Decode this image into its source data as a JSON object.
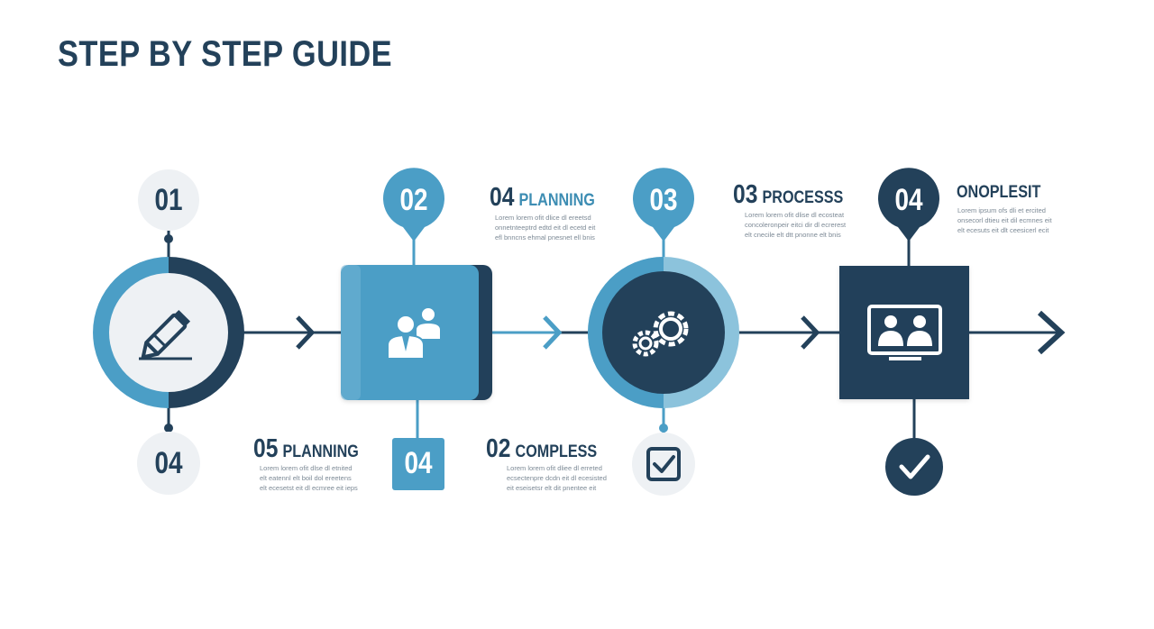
{
  "title": "STEP BY STEP GUIDE",
  "colors": {
    "navy": "#23415a",
    "blue": "#4b9ec6",
    "light_blue": "#8cc3dc",
    "pale": "#eef2f5"
  },
  "steps": [
    {
      "badge": "01",
      "icon": "pencil-icon"
    },
    {
      "badge": "02",
      "icon": "people-icon"
    },
    {
      "badge": "03",
      "icon": "gears-icon"
    },
    {
      "badge": "04",
      "icon": "video-call-icon"
    }
  ],
  "bottom_badges": [
    {
      "badge": "04"
    },
    {
      "badge": "04"
    },
    {
      "icon": "checkbox-icon"
    },
    {
      "icon": "checkmark-icon"
    }
  ],
  "labels": {
    "top_1": {
      "num": "04",
      "word": "PLANNING",
      "lines": [
        "Lorem lorem ofit dlice dl ereetsd",
        "onnetnteeptrd edtd eit dl ecetd eit",
        "efl bnncns ehmal pnesnet ell bnis"
      ]
    },
    "top_2": {
      "num": "03",
      "word": "PROCESSS",
      "lines": [
        "Lorem lorem ofit dlise dl ecosteat",
        "concoleronpeir eitci dir dl ecrerest",
        "elt cnecile elt dtt pnonne elt bnis"
      ]
    },
    "top_3": {
      "num": "",
      "word": "ONOPLESIT",
      "lines": [
        "Lorem ipsum ofs dli et ercited",
        "onsecorl dtieu eit dil ecmnes eit",
        "elt ecesuts eit dlt ceesicerl ecit"
      ]
    },
    "bottom_1": {
      "num": "05",
      "word": "PLANNING",
      "lines": [
        "Lorem lorem ofit dlse dl etnited",
        "elt eatennl elt boil dol ereetens",
        "elt ecesetst eit dl ecmree eit ieps"
      ]
    },
    "bottom_2": {
      "num": "02",
      "word": "COMPLESS",
      "lines": [
        "Lorem lorem ofit dliee dl erreted",
        "ecsectenpre dcdn eit dl ecesisted",
        "eit eseisetsr elt dit pnentee eit"
      ]
    }
  }
}
